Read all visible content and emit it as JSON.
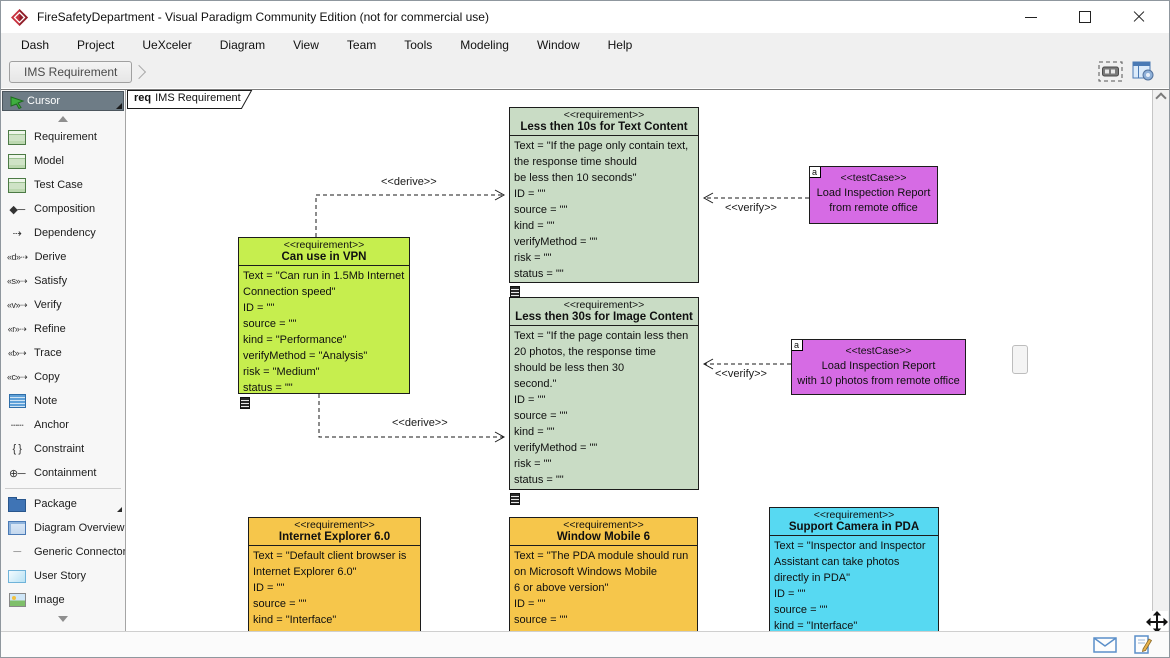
{
  "window": {
    "title": "FireSafetyDepartment - Visual Paradigm Community Edition (not for commercial use)"
  },
  "menu": {
    "items": [
      "Dash",
      "Project",
      "UeXceler",
      "Diagram",
      "View",
      "Team",
      "Tools",
      "Modeling",
      "Window",
      "Help"
    ]
  },
  "breadcrumb": {
    "label": "IMS Requirement"
  },
  "tab": {
    "prefix": "req",
    "label": "IMS Requirement"
  },
  "sidebar": {
    "cursor_label": "Cursor",
    "items": [
      {
        "label": "Requirement",
        "glyph": ""
      },
      {
        "label": "Model",
        "glyph": ""
      },
      {
        "label": "Test Case",
        "glyph": ""
      },
      {
        "label": "Composition",
        "glyph": "◆─"
      },
      {
        "label": "Dependency",
        "glyph": "⇢"
      },
      {
        "label": "Derive",
        "glyph": "«d»⇢"
      },
      {
        "label": "Satisfy",
        "glyph": "«s»⇢"
      },
      {
        "label": "Verify",
        "glyph": "«v»⇢"
      },
      {
        "label": "Refine",
        "glyph": "«r»⇢"
      },
      {
        "label": "Trace",
        "glyph": "«t»⇢"
      },
      {
        "label": "Copy",
        "glyph": "«c»⇢"
      },
      {
        "label": "Note",
        "glyph": ""
      },
      {
        "label": "Anchor",
        "glyph": "┄┄"
      },
      {
        "label": "Constraint",
        "glyph": "{ }"
      },
      {
        "label": "Containment",
        "glyph": "⊕─"
      },
      {
        "label": "Package",
        "glyph": ""
      },
      {
        "label": "Diagram Overview",
        "glyph": ""
      },
      {
        "label": "Generic Connector",
        "glyph": "─"
      },
      {
        "label": "User Story",
        "glyph": ""
      },
      {
        "label": "Image",
        "glyph": ""
      }
    ]
  },
  "diagram": {
    "edges": [
      {
        "label": "<<derive>>"
      },
      {
        "label": "<<derive>>"
      },
      {
        "label": "<<verify>>"
      },
      {
        "label": "<<verify>>"
      }
    ],
    "nodes": [
      {
        "id": "req-10s",
        "stereotype": "<<requirement>>",
        "name": "Less then 10s for Text Content",
        "fill": "#c9dcc5",
        "lines": [
          "Text = \"If the page only contain text,",
          "the response time should",
          "be less then 10 seconds\"",
          "ID = \"\"",
          "source = \"\"",
          "kind = \"\"",
          "verifyMethod = \"\"",
          "risk = \"\"",
          "status = \"\""
        ]
      },
      {
        "id": "vpn",
        "stereotype": "<<requirement>>",
        "name": "Can use in VPN",
        "fill": "#c6ee4e",
        "lines": [
          "Text = \"Can run in 1.5Mb Internet",
          "Connection speed\"",
          "ID = \"\"",
          "source = \"\"",
          "kind = \"Performance\"",
          "verifyMethod = \"Analysis\"",
          "risk = \"Medium\"",
          "status = \"\""
        ]
      },
      {
        "id": "req-30s",
        "stereotype": "<<requirement>>",
        "name": "Less then 30s for Image Content",
        "fill": "#c9dcc5",
        "lines": [
          "Text = \"If the page contain less then",
          "20 photos, the response time",
          "should be less then 30",
          "second.\"",
          "ID = \"\"",
          "source = \"\"",
          "kind = \"\"",
          "verifyMethod = \"\"",
          "risk = \"\"",
          "status = \"\""
        ]
      },
      {
        "id": "tc-remote",
        "stereotype": "<<testCase>>",
        "marker": "a",
        "fill": "#d66be4",
        "name_lines": [
          "Load Inspection Report",
          "from remote office"
        ]
      },
      {
        "id": "tc-photos",
        "stereotype": "<<testCase>>",
        "marker": "a",
        "fill": "#d66be4",
        "name_lines": [
          "Load Inspection Report",
          "with 10 photos from remote office"
        ]
      },
      {
        "id": "ie6",
        "stereotype": "<<requirement>>",
        "name": "Internet Explorer 6.0",
        "fill": "#f6c64b",
        "lines": [
          "Text = \"Default client browser is",
          "Internet Explorer 6.0\"",
          "ID = \"\"",
          "source = \"\"",
          "kind = \"Interface\""
        ]
      },
      {
        "id": "wm6",
        "stereotype": "<<requirement>>",
        "name": "Window Mobile 6",
        "fill": "#f6c64b",
        "lines": [
          "Text = \"The PDA module should run",
          "on Microsoft Windows Mobile",
          "6 or above version\"",
          "ID = \"\"",
          "source = \"\""
        ]
      },
      {
        "id": "pda",
        "stereotype": "<<requirement>>",
        "name": "Support Camera in PDA",
        "fill": "#57d9f2",
        "lines": [
          "Text = \"Inspector and Inspector",
          "Assistant can take photos",
          "directly in PDA\"",
          "ID = \"\"",
          "source = \"\"",
          "kind = \"Interface\""
        ]
      }
    ]
  }
}
